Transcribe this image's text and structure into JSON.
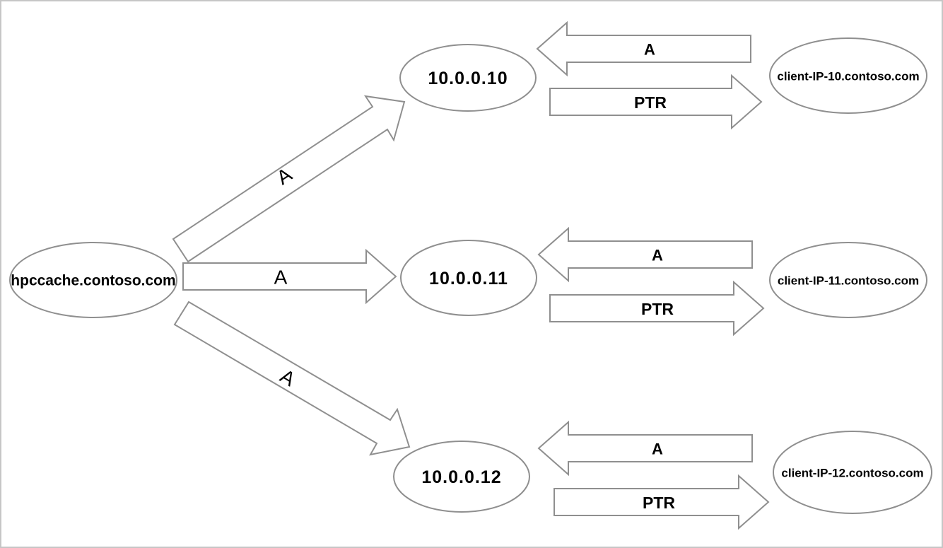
{
  "diagram": {
    "description": "DNS mapping between HPC Cache hostname, mount IP addresses, and client-facing reverse-lookup names",
    "palette": {
      "shape_fill": "#ffffff",
      "shape_stroke": "#8f8f8f",
      "label_color": "#000000",
      "canvas_border": "#c6c6c6",
      "background": "#ffffff"
    },
    "nodes": {
      "hpccache": {
        "label": "hpccache.contoso.com",
        "kind": "cache-hostname"
      },
      "ip10": {
        "label": "10.0.0.10",
        "kind": "ip-address"
      },
      "ip11": {
        "label": "10.0.0.11",
        "kind": "ip-address"
      },
      "ip12": {
        "label": "10.0.0.12",
        "kind": "ip-address"
      },
      "client10": {
        "label": "client-IP-10.contoso.com",
        "kind": "client-hostname"
      },
      "client11": {
        "label": "client-IP-11.contoso.com",
        "kind": "client-hostname"
      },
      "client12": {
        "label": "client-IP-12.contoso.com",
        "kind": "client-hostname"
      }
    },
    "edges": {
      "a_hpccache_ip10": {
        "label": "A",
        "from": "hpccache",
        "to": "ip10"
      },
      "a_hpccache_ip11": {
        "label": "A",
        "from": "hpccache",
        "to": "ip11"
      },
      "a_hpccache_ip12": {
        "label": "A",
        "from": "hpccache",
        "to": "ip12"
      },
      "a_client10_ip10": {
        "label": "A",
        "from": "client10",
        "to": "ip10"
      },
      "ptr_ip10_client10": {
        "label": "PTR",
        "from": "ip10",
        "to": "client10"
      },
      "a_client11_ip11": {
        "label": "A",
        "from": "client11",
        "to": "ip11"
      },
      "ptr_ip11_client11": {
        "label": "PTR",
        "from": "ip11",
        "to": "client11"
      },
      "a_client12_ip12": {
        "label": "A",
        "from": "client12",
        "to": "ip12"
      },
      "ptr_ip12_client12": {
        "label": "PTR",
        "from": "ip12",
        "to": "client12"
      }
    }
  }
}
